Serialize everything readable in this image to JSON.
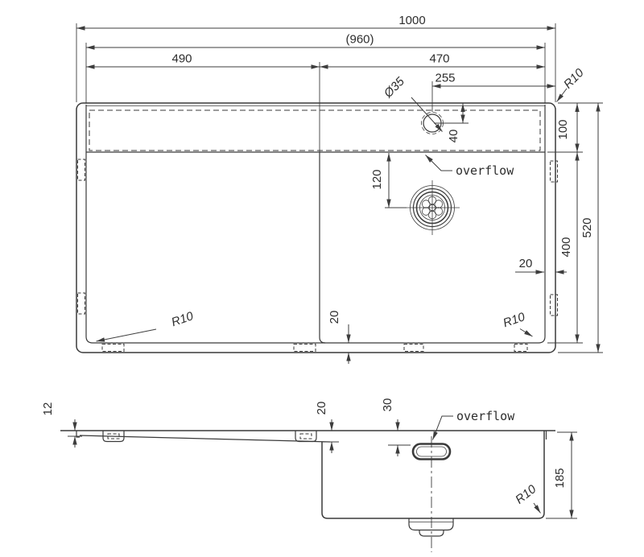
{
  "palette": {
    "line": "#3a3a3a",
    "text": "#2e2e2e",
    "background": "#ffffff"
  },
  "top_view": {
    "overall_width": "1000",
    "rim_width": "(960)",
    "drainboard_width": "490",
    "bowl_section_width": "470",
    "faucet_to_edge": "255",
    "faucet_hole_diameter": "Ø35",
    "corner_radius_top_right": "R10",
    "ledge_depth": "100",
    "overall_depth": "520",
    "bowl_length": "400",
    "faucet_inset": "40",
    "drain_offset": "120",
    "overflow_label": "overflow",
    "flange_right": "20",
    "flange_bottom": "20",
    "corner_radius_bottom_left": "R10",
    "corner_radius_bowl": "R10"
  },
  "side_view": {
    "rim_thickness": "12",
    "recess_depth": "20",
    "overflow_from_top": "30",
    "overflow_label": "overflow",
    "bowl_depth": "185",
    "corner_radius": "R10"
  }
}
